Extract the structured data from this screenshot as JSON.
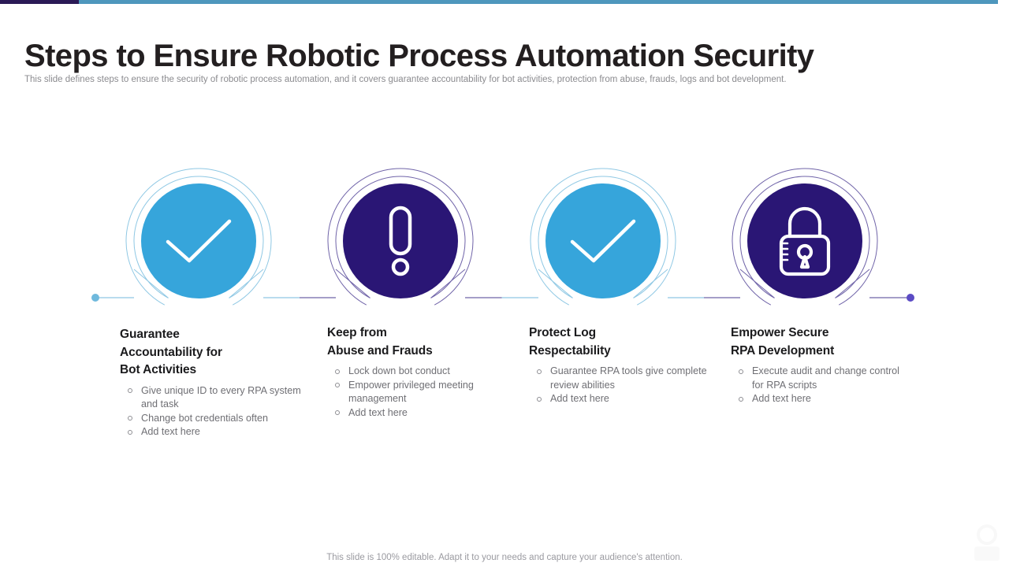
{
  "topbar": {
    "dark_color": "#2b1a56",
    "light_color": "#4e97bd"
  },
  "header": {
    "title": "Steps to Ensure Robotic Process Automation Security",
    "subtitle": "This slide defines steps to ensure the security of robotic process automation, and it covers guarantee accountability for bot activities, protection from abuse, frauds, logs and bot development."
  },
  "theme": {
    "blue": "#36a5db",
    "purple": "#2a1675",
    "ring_blue": "#8fc8e4",
    "ring_purple": "#6f63a8",
    "heading_color": "#1b1b1d",
    "body_color": "#6f6f74",
    "left_dot_color": "#6fb9dd",
    "right_dot_color": "#5b4bc4"
  },
  "steps": [
    {
      "icon": "check-icon",
      "circle_color": "#36a5db",
      "ring_color": "#8fc8e4",
      "heading": "Guarantee\nAccountability for\nBot Activities",
      "bullets": [
        "Give unique ID to every RPA system and task",
        "Change bot credentials often",
        "Add text here"
      ]
    },
    {
      "icon": "exclamation-icon",
      "circle_color": "#2a1675",
      "ring_color": "#6f63a8",
      "heading": "Keep from\nAbuse and Frauds",
      "bullets": [
        "Lock down bot conduct",
        "Empower privileged meeting management",
        "Add text here"
      ]
    },
    {
      "icon": "check-icon",
      "circle_color": "#36a5db",
      "ring_color": "#8fc8e4",
      "heading": "Protect Log\nRespectability",
      "bullets": [
        "Guarantee RPA tools give complete review abilities",
        "Add text here"
      ]
    },
    {
      "icon": "lock-icon",
      "circle_color": "#2a1675",
      "ring_color": "#6f63a8",
      "heading": "Empower Secure\nRPA Development",
      "bullets": [
        "Execute audit and change control for RPA scripts",
        "Add text here"
      ]
    }
  ],
  "footer": {
    "note": "This slide is 100% editable. Adapt it to your needs and capture your audience's attention."
  }
}
